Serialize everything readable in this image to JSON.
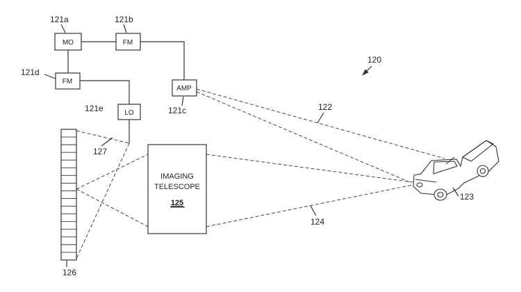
{
  "components": {
    "mo": {
      "text": "MO",
      "ref": "121a"
    },
    "fm_top": {
      "text": "FM",
      "ref": "121b"
    },
    "fm_left": {
      "text": "FM",
      "ref": "121d"
    },
    "amp": {
      "text": "AMP",
      "ref": "121c"
    },
    "lo": {
      "text": "LO",
      "ref": "121e"
    },
    "telescope": {
      "line1": "IMAGING",
      "line2": "TELESCOPE",
      "ref": "125"
    }
  },
  "refs": {
    "system": "120",
    "tx_beam": "122",
    "vehicle": "123",
    "rx_beam": "124",
    "detector_array": "126",
    "lo_beam": "127"
  }
}
